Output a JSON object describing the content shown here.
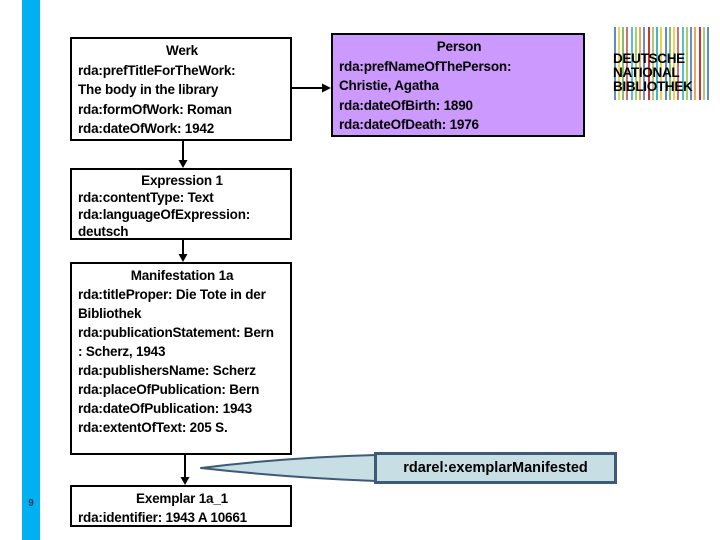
{
  "slide": {
    "page_number": "9"
  },
  "colors": {
    "bar": "#00B0F0",
    "page_num": "#17365D",
    "person_fill": "#CC99FF",
    "callout_fill": "#C7DEE4",
    "callout_border": "#3D5A76"
  },
  "logo": {
    "line1": "DEUTSCHE",
    "line2": "NATIONAL",
    "line3": "BIBLIOTHEK"
  },
  "boxes": {
    "werk": {
      "title": "Werk",
      "lines": [
        "rda:prefTitleForTheWork:",
        "The body in the library",
        "rda:formOfWork: Roman",
        "rda:dateOfWork: 1942"
      ]
    },
    "person": {
      "title": "Person",
      "lines": [
        "rda:prefNameOfThePerson:",
        "Christie, Agatha",
        "rda:dateOfBirth: 1890",
        "rda:dateOfDeath: 1976"
      ]
    },
    "expression": {
      "title": "Expression 1",
      "lines": [
        "rda:contentType: Text",
        "rda:languageOfExpression:",
        "deutsch"
      ]
    },
    "manifestation": {
      "title": "Manifestation 1a",
      "lines": [
        "rda:titleProper: Die Tote in der",
        "Bibliothek",
        "rda:publicationStatement: Bern",
        ": Scherz, 1943",
        "rda:publishersName: Scherz",
        "rda:placeOfPublication: Bern",
        "rda:dateOfPublication: 1943",
        "rda:extentOfText: 205 S."
      ]
    },
    "exemplar": {
      "title": "Exemplar 1a_1",
      "lines": [
        "rda:identifier: 1943 A 10661"
      ]
    }
  },
  "callout": {
    "label": "rdarel:exemplarManifested"
  }
}
